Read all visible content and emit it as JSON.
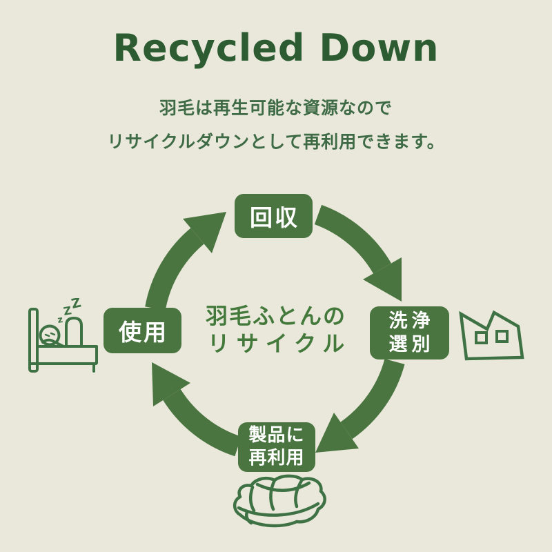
{
  "title": "Recycled Down",
  "subtitle": {
    "line1": "羽毛は再生可能な資源なので",
    "line2": "リサイクルダウンとして再利用できます。"
  },
  "cycle": {
    "center_line1": "羽毛ふとんの",
    "center_line2": "リサイクル",
    "stage_collection": "回収",
    "stage_washing_line1": "洗浄",
    "stage_washing_line2": "選別",
    "stage_reuse_line1": "製品に",
    "stage_reuse_line2": "再利用",
    "stage_use": "使用"
  },
  "bed_icon": {
    "zzz": [
      "z",
      "Z",
      "Z"
    ]
  },
  "colors": {
    "background": "#e9e8da",
    "title_green": "#2d5c33",
    "subtitle_green": "#3e6b46",
    "box_and_arrow_green": "#4a7540",
    "center_text_green": "#44793c",
    "icon_outline_green": "#3e7244",
    "box_text_white": "#ffffff"
  }
}
